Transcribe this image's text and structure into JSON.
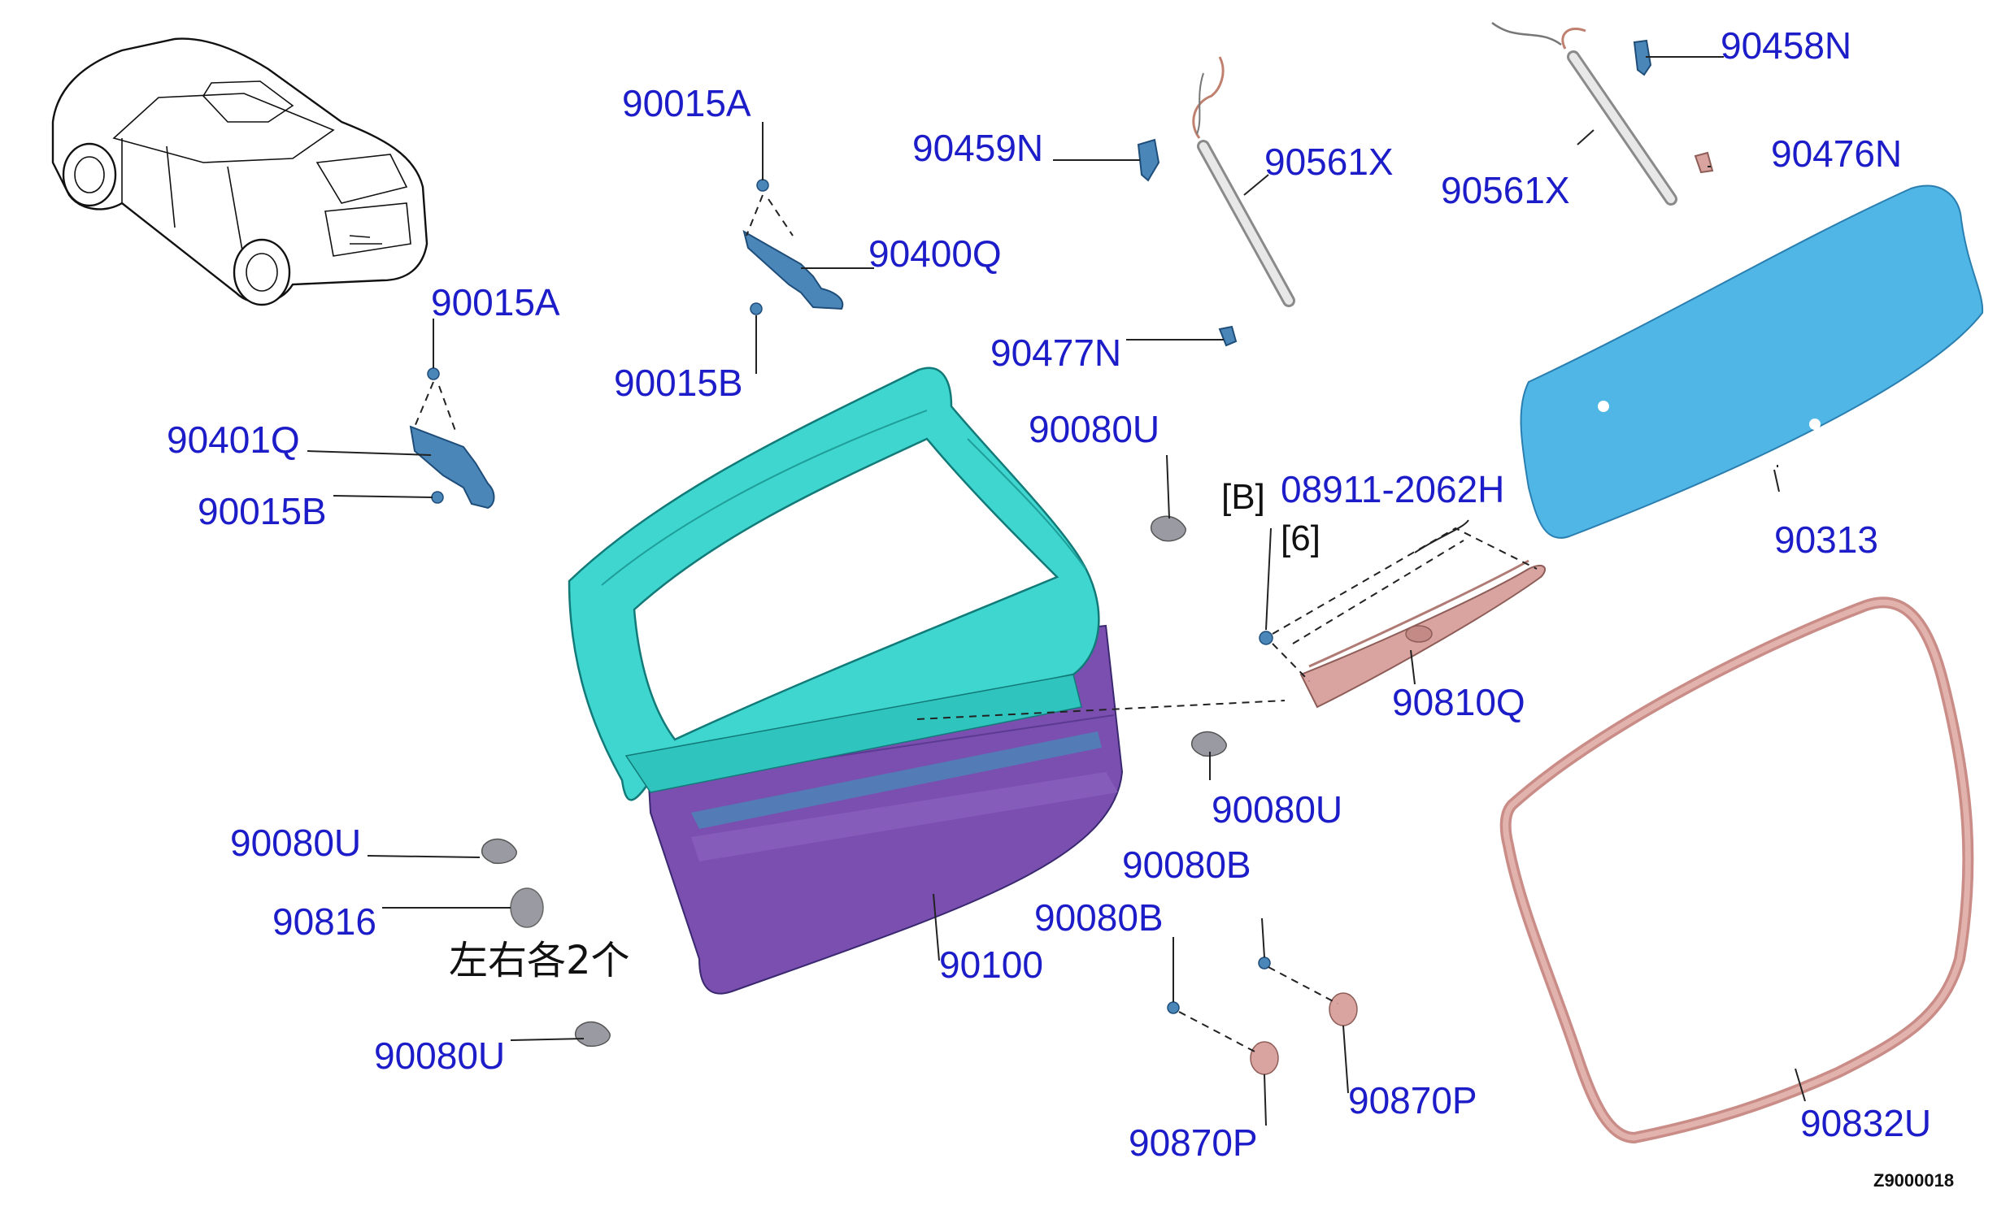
{
  "labels": {
    "p90015A_top": "90015A",
    "p90015A_left": "90015A",
    "p90400Q": "90400Q",
    "p90015B_top": "90015B",
    "p90401Q": "90401Q",
    "p90015B_left": "90015B",
    "p90459N": "90459N",
    "p90561X_left": "90561X",
    "p90561X_right": "90561X",
    "p90458N": "90458N",
    "p90476N": "90476N",
    "p90477N": "90477N",
    "p90080U_center": "90080U",
    "p08911": "08911-2062H",
    "bracket_B": "[B]",
    "bracket_6": "[6]",
    "p90313": "90313",
    "p90810Q": "90810Q",
    "p90080U_mid": "90080U",
    "p90080U_left": "90080U",
    "p90816": "90816",
    "note_cn": "左右各2个",
    "p90100": "90100",
    "p90080B_upper": "90080B",
    "p90080B_lower": "90080B",
    "p90870P_right": "90870P",
    "p90870P_left": "90870P",
    "p90832U": "90832U",
    "p90080U_bottom": "90080U",
    "diagram_ref": "Z9000018"
  },
  "colors": {
    "label_blue": "#1c1cc8",
    "inner_panel_cyan": "#3fd6cf",
    "outer_panel_purple": "#7a4fb0",
    "glass_blue": "#4fb6e6",
    "trim_pink": "#d9a4a0",
    "seal_pink": "#e2b2ad",
    "part_steelblue": "#4a86b8",
    "part_grey": "#9a9aa2"
  },
  "icons": [
    "car-isometric-icon",
    "gas-strut-icon",
    "bracket-icon",
    "bolt-icon",
    "bumper-icon",
    "grommet-icon"
  ]
}
